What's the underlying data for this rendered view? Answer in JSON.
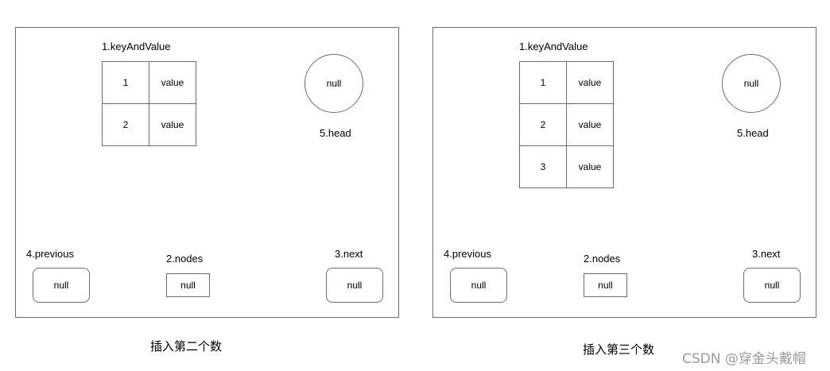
{
  "diagrams": [
    {
      "title": "1.keyAndValue",
      "rows": [
        {
          "key": "1",
          "value": "value"
        },
        {
          "key": "2",
          "value": "value"
        }
      ],
      "head": {
        "value": "null",
        "label": "5.head"
      },
      "previous": {
        "value": "null",
        "label": "4.previous"
      },
      "nodes": {
        "value": "null",
        "label": "2.nodes"
      },
      "next": {
        "value": "null",
        "label": "3.next"
      },
      "caption": "插入第二个数"
    },
    {
      "title": "1.keyAndValue",
      "rows": [
        {
          "key": "1",
          "value": "value"
        },
        {
          "key": "2",
          "value": "value"
        },
        {
          "key": "3",
          "value": "value"
        }
      ],
      "head": {
        "value": "null",
        "label": "5.head"
      },
      "previous": {
        "value": "null",
        "label": "4.previous"
      },
      "nodes": {
        "value": "null",
        "label": "2.nodes"
      },
      "next": {
        "value": "null",
        "label": "3.next"
      },
      "caption": "插入第三个数"
    }
  ],
  "watermark": "CSDN @穿金头戴帽"
}
